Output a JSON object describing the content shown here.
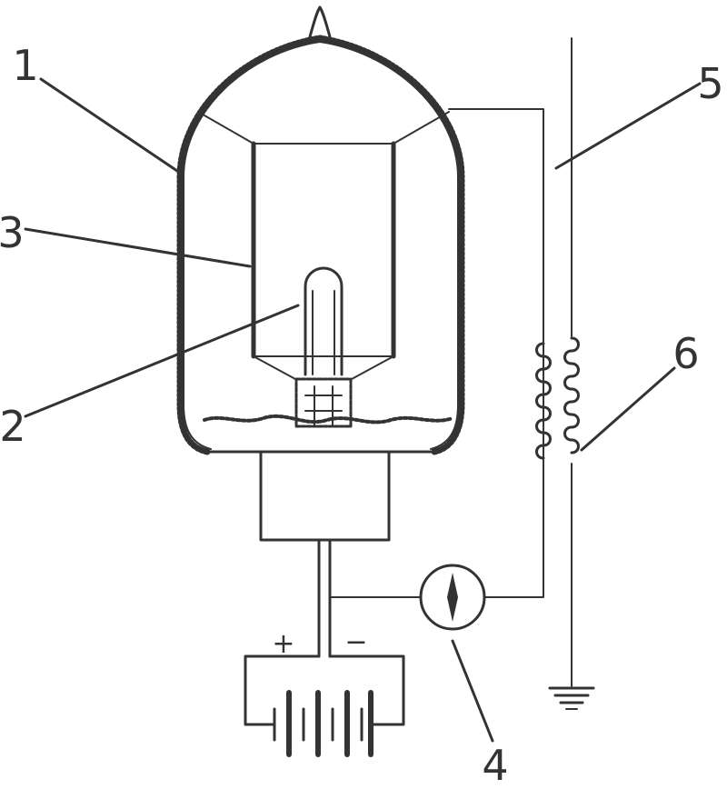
{
  "diagram": {
    "labels": {
      "l1": "1",
      "l2": "2",
      "l3": "3",
      "l4": "4",
      "l5": "5",
      "l6": "6"
    },
    "signs": {
      "plus": "+",
      "minus": "−"
    }
  },
  "colors": {
    "ink": "#333333",
    "background": "#ffffff"
  }
}
